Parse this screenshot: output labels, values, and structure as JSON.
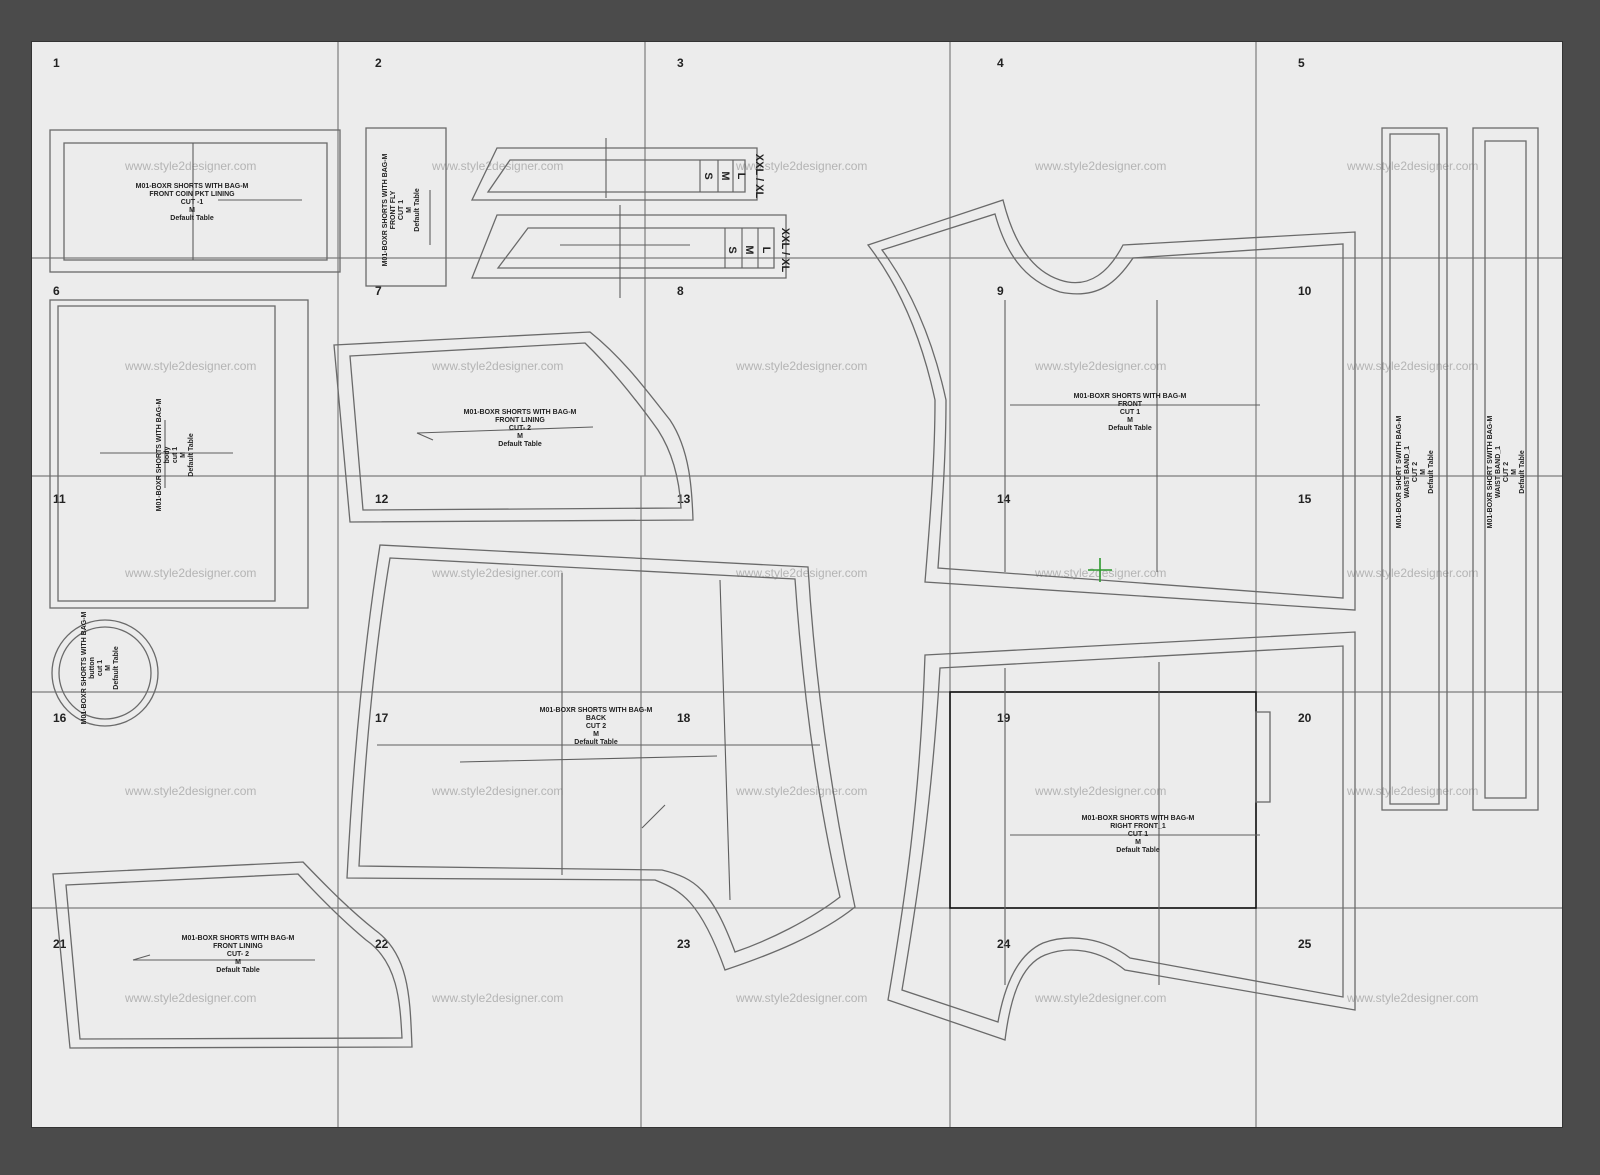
{
  "colors": {
    "workspace": "#4b4b4b",
    "sheet": "#ececec",
    "grid": "#7d7d7d",
    "piece_outline": "#6a6a6a",
    "watermark": "#b4b4b4",
    "cursor": "#2e9a2e",
    "selected_tile": "#111111"
  },
  "tiles": [
    "1",
    "2",
    "3",
    "4",
    "5",
    "6",
    "7",
    "8",
    "9",
    "10",
    "11",
    "12",
    "13",
    "14",
    "15",
    "16",
    "17",
    "18",
    "19",
    "20",
    "21",
    "22",
    "23",
    "24",
    "25"
  ],
  "watermark": "www.style2designer.com",
  "pieces": {
    "front_coin_pkt_lining": [
      "M01-BOXR SHORTS WITH BAG-M",
      "FRONT COIN PKT LINING",
      "CUT -1",
      "M",
      "Default Table"
    ],
    "fly": [
      "M01-BOXR SHORTS WITH BAG-M",
      "FRONT FLY",
      "CUT 1",
      "M",
      "Default Table"
    ],
    "body_left": [
      "M01-BOXR SHORTS WITH BAG-M",
      "body",
      "cut 1",
      "M",
      "Default Table"
    ],
    "front_lining_top": [
      "M01-BOXR SHORTS WITH BAG-M",
      "FRONT LINING",
      "CUT- 2",
      "M",
      "Default Table"
    ],
    "front": [
      "M01-BOXR SHORTS WITH BAG-M",
      "FRONT",
      "CUT 1",
      "M",
      "Default Table"
    ],
    "waist_band_1": [
      "M01-BOXR SHORT SWITH BAG-M",
      "WAIST BAND_1",
      "CUT 2",
      "M",
      "Default Table"
    ],
    "waist_band_2": [
      "M01-BOXR SHORT SWITH BAG-M",
      "WAIST BAND_1",
      "CUT 2",
      "M",
      "Default Table"
    ],
    "button": [
      "M01-BOXR SHORTS WITH BAG-M",
      "button",
      "cut 1",
      "M",
      "Default Table"
    ],
    "back": [
      "M01-BOXR SHORTS WITH BAG-M",
      "BACK",
      "CUT 2",
      "M",
      "Default Table"
    ],
    "right_front_1": [
      "M01-BOXR SHORTS WITH BAG-M",
      "RIGHT FRONT_1",
      "CUT 1",
      "M",
      "Default Table"
    ],
    "front_lining_bottom": [
      "M01-BOXR SHORTS WITH BAG-M",
      "FRONT LINING",
      "CUT- 2",
      "M",
      "Default Table"
    ]
  },
  "size_ladder": {
    "upper": [
      "XXL / XL",
      "L",
      "M",
      "S"
    ],
    "lower": [
      "XXL / XL",
      "L",
      "M",
      "S"
    ]
  }
}
